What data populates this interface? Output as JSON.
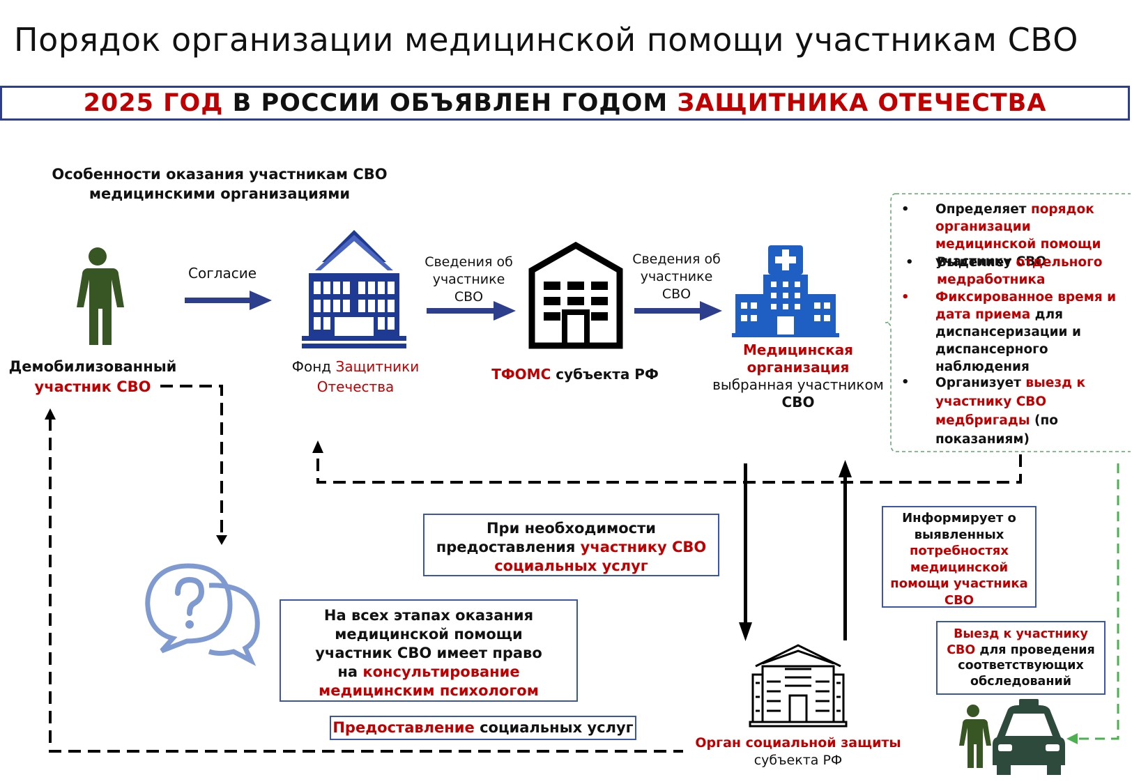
{
  "title": "Порядок организации медицинской помощи участникам СВО",
  "banner": {
    "part1": "2025 ГОД",
    "part2": " В РОССИИ ОБЪЯВЛЕН ГОДОМ ",
    "part3": "ЗАЩИТНИКА ОТЕЧЕСТВА"
  },
  "section_heading": {
    "line1": "Особенности оказания участникам СВО",
    "line2": "медицинскими организациями"
  },
  "participant": {
    "line1": "Демобилизованный",
    "line2": "участник СВО"
  },
  "consent_label": "Согласие",
  "fund": {
    "part1": "Фонд ",
    "part2": "Защитники",
    "line2": "Отечества"
  },
  "info_label_1": {
    "line1": "Сведения об",
    "line2": "участнике",
    "line3": "СВО"
  },
  "tfoms": {
    "part1": "ТФОМС",
    "part2": " субъекта РФ"
  },
  "info_label_2": {
    "line1": "Сведения об",
    "line2": "участнике",
    "line3": "СВО"
  },
  "med_org": {
    "line1": "Медицинская",
    "line2": "организация",
    "line3": "выбранная участником",
    "line4": "СВО"
  },
  "med_org_duties": {
    "item1": {
      "a": "Определяет ",
      "b": "порядок организации медицинской помощи",
      "c": " участнику СВО"
    },
    "item2": {
      "a": "Выделяет ",
      "b": "отдельного медработника"
    },
    "item3": {
      "a": "Фиксированное время и дата приема",
      "b": " для диспансеризации и диспансерного наблюдения"
    },
    "item4": {
      "a": "Организует ",
      "b": "выезд к участнику СВО медбригады",
      "c": " (по показаниям)"
    }
  },
  "social_need_box": {
    "line1": "При необходимости",
    "line2a": "предоставления ",
    "line2b": "участнику СВО",
    "line3": "социальных услуг"
  },
  "psych_box": {
    "line1": "На всех этапах оказания",
    "line2": "медицинской помощи",
    "line3": "участник СВО имеет право",
    "line4a": "на ",
    "line4b": "консультирование",
    "line5": "медицинским психологом"
  },
  "social_services_box": {
    "part1": "Предоставление",
    "part2": " социальных услуг"
  },
  "inform_box": {
    "line1": "Информирует о",
    "line2": "выявленных",
    "line3": "потребностях",
    "line4": "медицинской",
    "line5": "помощи участника",
    "line6": "СВО"
  },
  "visit_box": {
    "line1": "Выезд к участнику",
    "line2a": "СВО",
    "line2b": " для проведения",
    "line3": "соответствующих",
    "line4": "обследований"
  },
  "social_org": {
    "line1": "Орган социальной защиты",
    "line2": "субъекта РФ"
  },
  "colors": {
    "accent_red": "#c00000",
    "navy": "#1f3a93",
    "arrow": "#2c3e8c",
    "green": "#375623",
    "dashed_green": "#4caf50",
    "icon_blue": "#7e9ad0"
  }
}
